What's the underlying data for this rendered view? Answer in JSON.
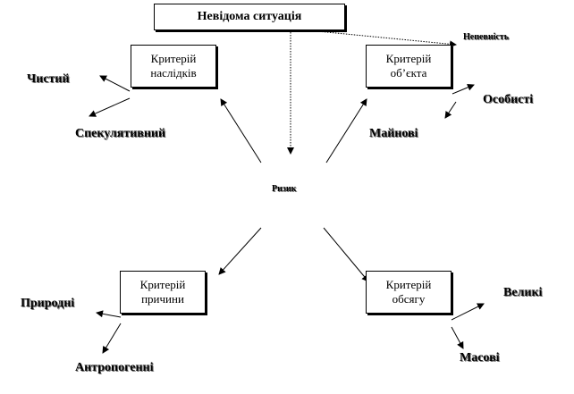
{
  "title": "Невідома ситуація",
  "uncertainty": "Непевність",
  "center": "Ризик",
  "criteria": {
    "consequences": {
      "label": "Критерій\nнаслідків",
      "items": [
        "Чистий",
        "Спекулятивний"
      ]
    },
    "object": {
      "label": "Критерій\nоб’єкта",
      "items": [
        "Особисті",
        "Майнові"
      ]
    },
    "cause": {
      "label": "Критерій\nпричини",
      "items": [
        "Природні",
        "Антропогенні"
      ]
    },
    "scale": {
      "label": "Критерій\nобсягу",
      "items": [
        "Великі",
        "Масові"
      ]
    }
  }
}
